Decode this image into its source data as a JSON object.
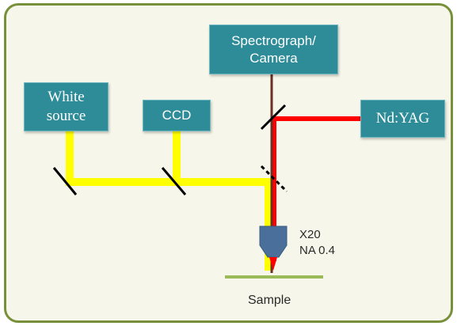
{
  "boxes": {
    "white_source": "White\nsource",
    "ccd": "CCD",
    "spectrograph": "Spectrograph/\nCamera",
    "ndyag": "Nd:YAG"
  },
  "objective": {
    "label": "X20\nNA 0.4"
  },
  "sample": {
    "label": "Sample"
  },
  "colors": {
    "frame_border": "#78903a",
    "frame_fill": "#f6f7ea",
    "box_fill": "#2e8c98",
    "white_light": "#ffff00",
    "laser": "#ff0000",
    "raman_signal": "#6b2f24",
    "objective": "#4a6f9a",
    "sample": "#9bbb59"
  }
}
